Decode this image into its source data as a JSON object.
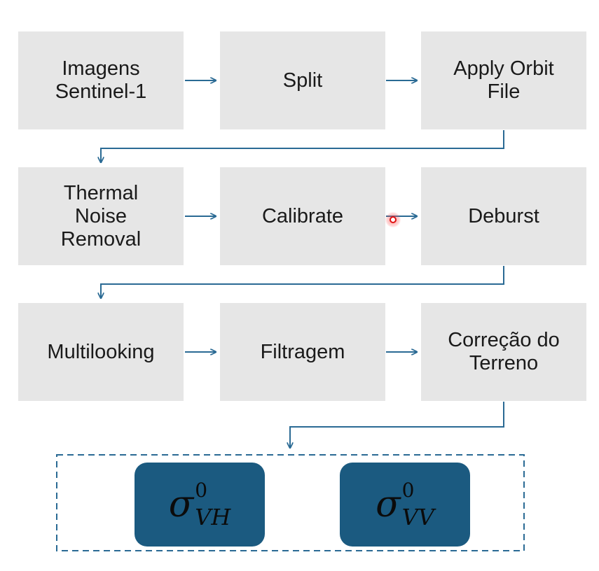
{
  "steps": [
    {
      "id": "imagens-sentinel",
      "label": "Imagens\nSentinel-1"
    },
    {
      "id": "split",
      "label": "Split"
    },
    {
      "id": "apply-orbit-file",
      "label": "Apply Orbit\nFile"
    },
    {
      "id": "thermal-noise-removal",
      "label": "Thermal\nNoise\nRemoval"
    },
    {
      "id": "calibrate",
      "label": "Calibrate"
    },
    {
      "id": "deburst",
      "label": "Deburst"
    },
    {
      "id": "multilooking",
      "label": "Multilooking"
    },
    {
      "id": "filtragem",
      "label": "Filtragem"
    },
    {
      "id": "correcao-do-terreno",
      "label": "Correção do\nTerreno"
    }
  ],
  "outputs": [
    {
      "symbol": "σ",
      "superscript": "0",
      "subscript": "VH"
    },
    {
      "symbol": "σ",
      "superscript": "0",
      "subscript": "VV"
    }
  ],
  "colors": {
    "box_fill": "#e6e6e6",
    "arrow": "#2a6a94",
    "output_fill": "#1b5a80",
    "output_border": "#1b5a80",
    "cursor": "#e01010"
  }
}
